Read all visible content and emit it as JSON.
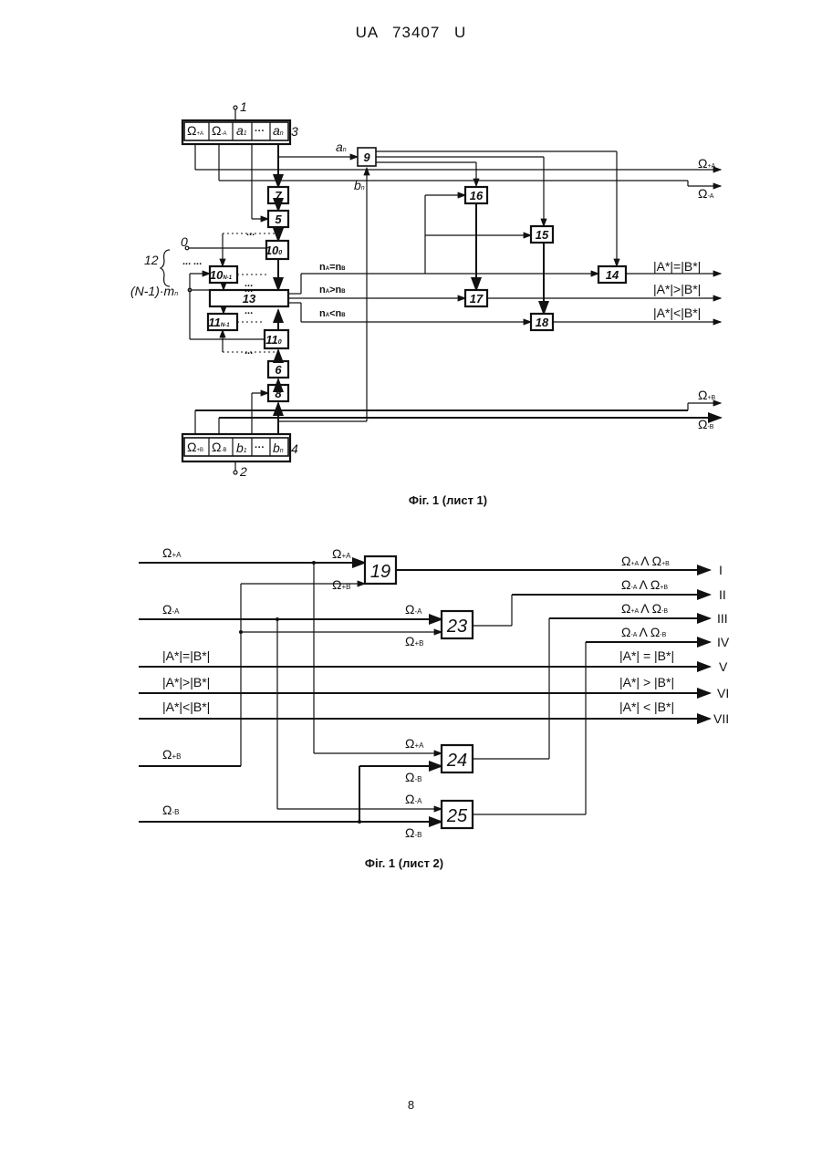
{
  "header": {
    "text": "UA   73407   U"
  },
  "page_number": "8",
  "fig1": {
    "caption": "Фіг. 1 (лист 1)",
    "ref_labels": {
      "n1": "1",
      "n2": "2",
      "n3": "3",
      "n4": "4",
      "n0": "0",
      "n12": "12",
      "Nm": "(N-1)·m",
      "Nm_sub": "n"
    },
    "reg_a": {
      "c1": "Ω",
      "c1s": "+A",
      "c2": "Ω",
      "c2s": "-A",
      "c3": "a",
      "c3s": "1",
      "c4": "···",
      "c5": "a",
      "c5s": "n"
    },
    "reg_b": {
      "c1": "Ω",
      "c1s": "+B",
      "c2": "Ω",
      "c2s": "-B",
      "c3": "b",
      "c3s": "1",
      "c4": "···",
      "c5": "b",
      "c5s": "n"
    },
    "blocks": {
      "b5": "5",
      "b6": "6",
      "b7": "7",
      "b8": "8",
      "b9": "9",
      "b10a": "10",
      "b10a_sub": "0",
      "b10b": "10",
      "b10b_sub": "N-1",
      "b11a": "11",
      "b11a_sub": "0",
      "b11b": "11",
      "b11b_sub": "N-1",
      "b13": "13",
      "b14": "14",
      "b15": "15",
      "b16": "16",
      "b17": "17",
      "b18": "18"
    },
    "signals": {
      "an": "a",
      "an_sub": "n",
      "bn": "b",
      "bn_sub": "n",
      "eq": "n",
      "eq_subA": "A",
      "eq_op": "=n",
      "eq_subB": "B",
      "gt": "n",
      "gt_subA": "A",
      "gt_op": ">n",
      "gt_subB": "B",
      "lt": "n",
      "lt_subA": "A",
      "lt_op": "<n",
      "lt_subB": "B"
    },
    "outputs": {
      "omega_pA": "Ω",
      "omega_pA_sub": "+A",
      "omega_mA": "Ω",
      "omega_mA_sub": "-A",
      "omega_pB": "Ω",
      "omega_pB_sub": "+B",
      "omega_mB": "Ω",
      "omega_mB_sub": "-B",
      "eq": "|A*|=|B*|",
      "gt": "|A*|>|B*|",
      "lt": "|A*|<|B*|"
    },
    "dots": {
      "d1": "...",
      "d2": "...",
      "d3": "...",
      "d4": "...",
      "d5": "...",
      "d6": "...",
      "d7": "..."
    }
  },
  "fig2": {
    "caption": "Фіг. 1 (лист 2)",
    "inputs": {
      "pA": "Ω",
      "pA_sub": "+A",
      "mA": "Ω",
      "mA_sub": "-A",
      "eq": "|A*|=|B*|",
      "gt": "|A*|>|B*|",
      "lt": "|A*|<|B*|",
      "pB": "Ω",
      "pB_sub": "+B",
      "mB": "Ω",
      "mB_sub": "-B"
    },
    "blocks": {
      "b19": "19",
      "b23": "23",
      "b24": "24",
      "b25": "25"
    },
    "gate_inputs": {
      "g19a": "Ω",
      "g19a_sub": "+A",
      "g19b": "Ω",
      "g19b_sub": "+B",
      "g23a": "Ω",
      "g23a_sub": "-A",
      "g23b": "Ω",
      "g23b_sub": "+B",
      "g24a": "Ω",
      "g24a_sub": "+A",
      "g24b": "Ω",
      "g24b_sub": "-B",
      "g25a": "Ω",
      "g25a_sub": "-A",
      "g25b": "Ω",
      "g25b_sub": "-B"
    },
    "outputs": {
      "o1a": "Ω",
      "o1a_sub": "+A",
      "o1op": "Λ",
      "o1b": "Ω",
      "o1b_sub": "+B",
      "o1n": "I",
      "o2a": "Ω",
      "o2a_sub": "-A",
      "o2op": "Λ",
      "o2b": "Ω",
      "o2b_sub": "+B",
      "o2n": "II",
      "o3a": "Ω",
      "o3a_sub": "+A",
      "o3op": "Λ",
      "o3b": "Ω",
      "o3b_sub": "-B",
      "o3n": "III",
      "o4a": "Ω",
      "o4a_sub": "-A",
      "o4op": "Λ",
      "o4b": "Ω",
      "o4b_sub": "-B",
      "o4n": "IV",
      "o5": "|A*| = |B*|",
      "o5n": "V",
      "o6": "|A*| > |B*|",
      "o6n": "VI",
      "o7": "|A*| < |B*|",
      "o7n": "VII"
    }
  }
}
